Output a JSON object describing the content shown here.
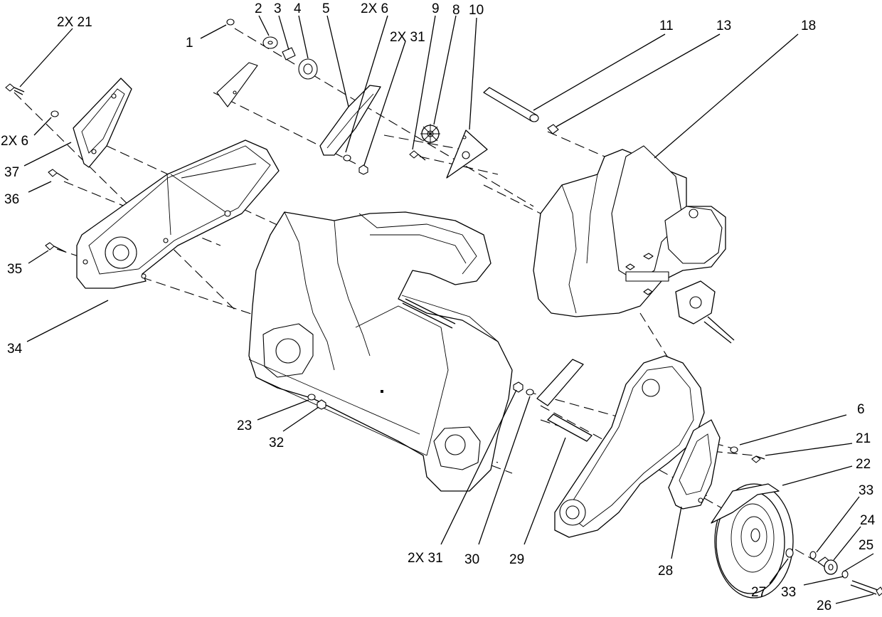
{
  "diagram": {
    "callouts": {
      "c_2x21_top": "2X 21",
      "c_1": "1",
      "c_2": "2",
      "c_3": "3",
      "c_4": "4",
      "c_5": "5",
      "c_2x6_top": "2X 6",
      "c_9": "9",
      "c_8": "8",
      "c_10": "10",
      "c_2x31_top": "2X 31",
      "c_11": "11",
      "c_13": "13",
      "c_18": "18",
      "c_2x6_left": "2X 6",
      "c_37": "37",
      "c_36": "36",
      "c_35": "35",
      "c_34": "34",
      "c_23": "23",
      "c_32": "32",
      "c_2x31_bottom": "2X 31",
      "c_30": "30",
      "c_29": "29",
      "c_6": "6",
      "c_21": "21",
      "c_22": "22",
      "c_33_top": "33",
      "c_24": "24",
      "c_25": "25",
      "c_28": "28",
      "c_27": "27",
      "c_33_bottom": "33",
      "c_26": "26"
    }
  }
}
